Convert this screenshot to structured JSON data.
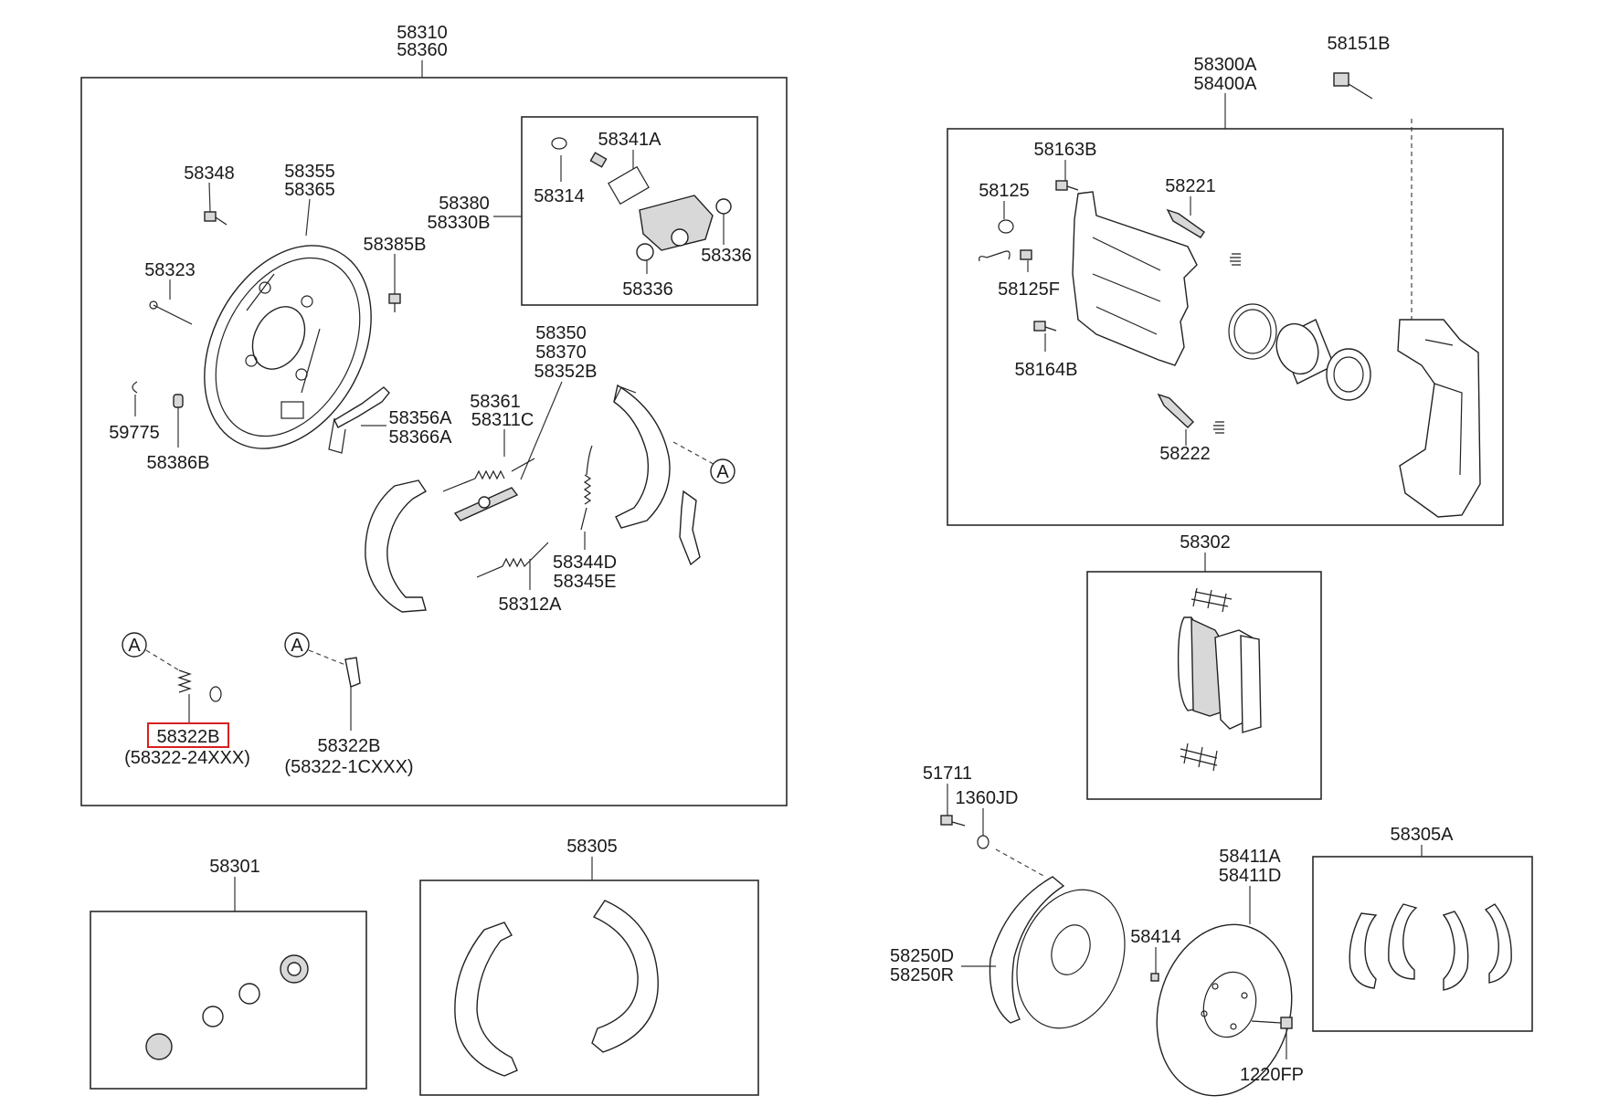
{
  "labels": {
    "l58310": "58310",
    "l58360": "58360",
    "l58348": "58348",
    "l58355": "58355",
    "l58365": "58365",
    "l58385B": "58385B",
    "l58323": "58323",
    "l59775": "59775",
    "l58386B": "58386B",
    "l58341A": "58341A",
    "l58314": "58314",
    "l58380": "58380",
    "l58330B": "58330B",
    "l58336a": "58336",
    "l58336b": "58336",
    "l58350": "58350",
    "l58370": "58370",
    "l58352B": "58352B",
    "l58356A": "58356A",
    "l58366A": "58366A",
    "l58361": "58361",
    "l58311C": "58311C",
    "l58344D": "58344D",
    "l58345E": "58345E",
    "l58312A": "58312A",
    "circleA1": "A",
    "circleA2": "A",
    "circleA3": "A",
    "l58322B_hl": "58322B",
    "l58322_24": "(58322-24XXX)",
    "l58322B_b": "58322B",
    "l58322_1C": "(58322-1CXXX)",
    "l58301": "58301",
    "l58305": "58305",
    "l58151B": "58151B",
    "l58300A": "58300A",
    "l58400A": "58400A",
    "l58163B": "58163B",
    "l58221": "58221",
    "l58125": "58125",
    "l58125F": "58125F",
    "l58164B": "58164B",
    "l58222": "58222",
    "l58302": "58302",
    "l51711": "51711",
    "l1360JD": "1360JD",
    "l58411A": "58411A",
    "l58411D": "58411D",
    "l58414": "58414",
    "l58250D": "58250D",
    "l58250R": "58250R",
    "l1220FP": "1220FP",
    "l58305A": "58305A"
  },
  "colors": {
    "highlight": "#d62020",
    "line": "#222222"
  }
}
